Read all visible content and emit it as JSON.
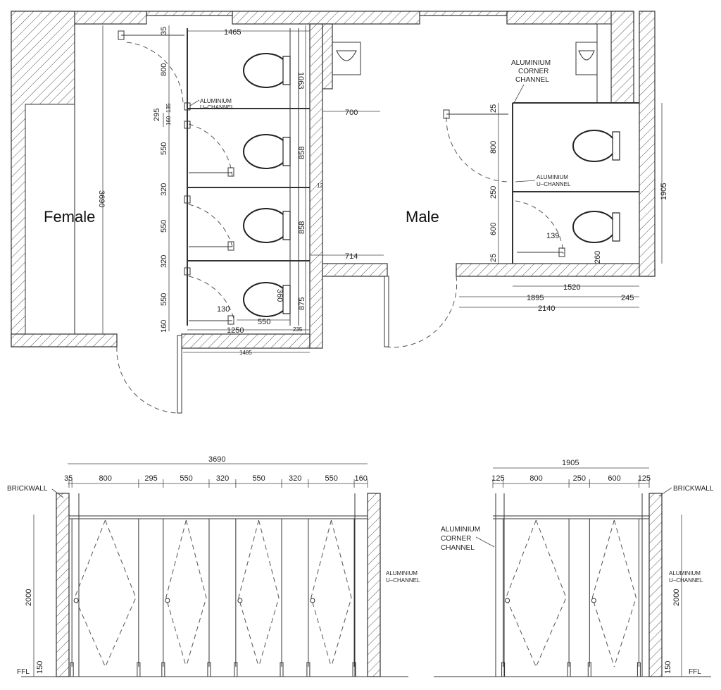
{
  "rooms": {
    "female": "Female",
    "male": "Male"
  },
  "labels": {
    "u_channel_1": "ALUMINIUM",
    "u_channel_2": "U–CHANNEL",
    "corner_1": "ALUMINIUM",
    "corner_2": "CORNER",
    "corner_3": "CHANNEL",
    "brickwall": "BRICKWALL",
    "ffl": "FFL"
  },
  "plan_female_dims": {
    "d1465": "1465",
    "d1063": "1063",
    "d35": "35",
    "d800": "800",
    "d295": "295",
    "d160": "160",
    "d135": "135",
    "d550": "550",
    "d320": "320",
    "d858": "858",
    "d875": "875",
    "d3690": "3690",
    "d700": "700",
    "d714": "714",
    "d130": "130",
    "d360": "360",
    "d1250": "1250",
    "d235": "235",
    "d1485": "1485",
    "d12": "12"
  },
  "plan_male_dims": {
    "d25": "25",
    "d800": "800",
    "d250": "250",
    "d600": "600",
    "d1905": "1905",
    "d139": "139",
    "d260": "260",
    "d1520": "1520",
    "d1895": "1895",
    "d245": "245",
    "d2140": "2140"
  },
  "elev_female_dims": {
    "total": "3690",
    "segments": [
      "35",
      "800",
      "295",
      "550",
      "320",
      "550",
      "320",
      "550",
      "160"
    ],
    "height": "2000",
    "base": "150"
  },
  "elev_male_dims": {
    "total": "1905",
    "segments": [
      "125",
      "800",
      "250",
      "600",
      "125"
    ],
    "height": "2000",
    "base": "150"
  }
}
